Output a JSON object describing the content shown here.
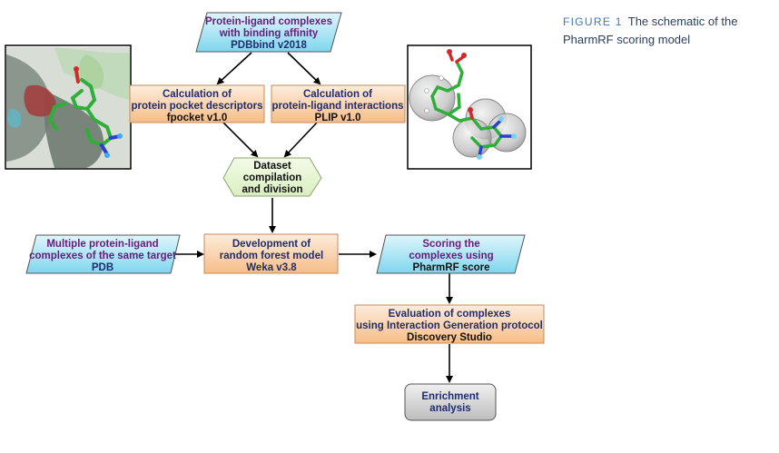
{
  "caption": {
    "figure_label": "FIGURE 1",
    "text": "The schematic of the PharmRF scoring model"
  },
  "nodes": {
    "pdbbind": {
      "line1": "Protein-ligand complexes",
      "line2": "with binding affinity",
      "line3": "PDBbind v2018"
    },
    "fpocket": {
      "line1": "Calculation of",
      "line2": "protein pocket descriptors",
      "line3": "fpocket v1.0"
    },
    "plip": {
      "line1": "Calculation of",
      "line2": "protein-ligand interactions",
      "line3": "PLIP v1.0"
    },
    "dataset": {
      "line1": "Dataset",
      "line2": "compilation",
      "line3": "and division"
    },
    "pdb": {
      "line1": "Multiple protein-ligand",
      "line2": "complexes of the same target",
      "line3": "PDB"
    },
    "weka": {
      "line1": "Development of",
      "line2": "random forest model",
      "line3": "Weka v3.8"
    },
    "scoring": {
      "line1": "Scoring the",
      "line2": "complexes using",
      "line3": "PharmRF score"
    },
    "discovery": {
      "line1": "Evaluation of complexes",
      "line2": "using Interaction Generation protocol",
      "line3": "Discovery Studio"
    },
    "enrichment": {
      "line1": "Enrichment",
      "line2": "analysis"
    }
  },
  "colors": {
    "blue_fill_top": "#d9f4fb",
    "blue_fill_bottom": "#7fd6ee",
    "orange_fill_top": "#fde9d6",
    "orange_fill_bottom": "#f7c08d",
    "green_fill": "#e8f6d6",
    "gray_fill": "#d6d6d6",
    "purple_text": "#6b1a7a",
    "navy_text": "#1f2d6e"
  },
  "images": {
    "left": "protein-pocket-surface-image",
    "right": "pharmacophore-spheres-image"
  }
}
